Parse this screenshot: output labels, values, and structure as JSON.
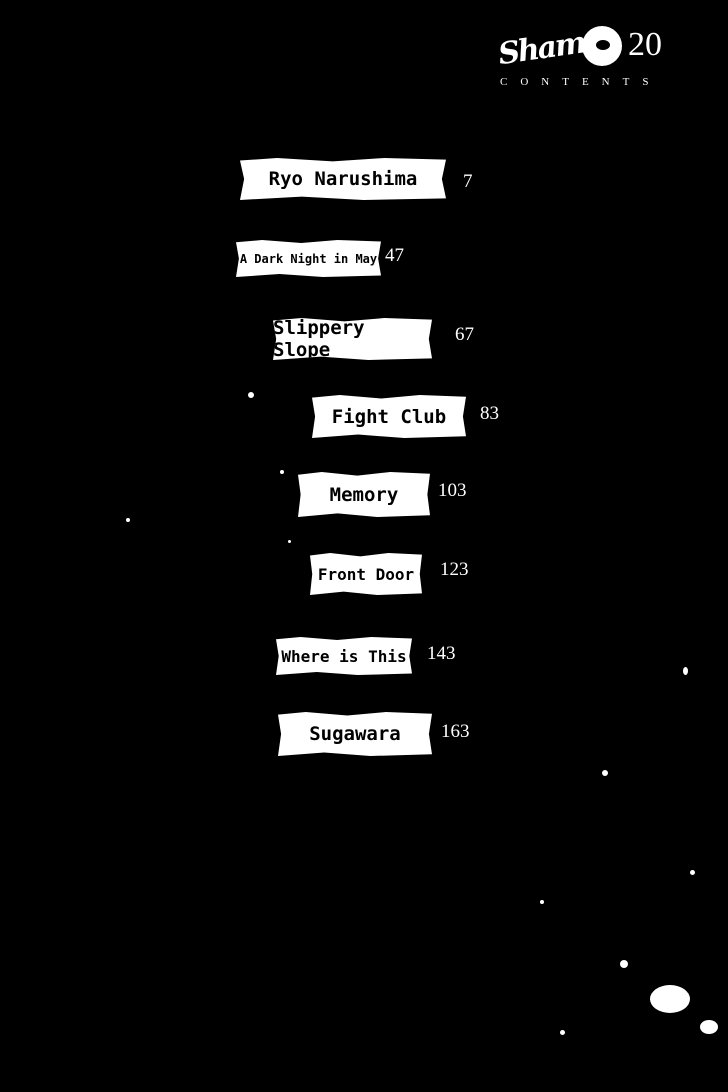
{
  "header": {
    "logo_text": "Shamo",
    "volume": "20",
    "contents_label": "CONTENTS"
  },
  "entries": [
    {
      "title": "Ryo Narushima",
      "page": "7"
    },
    {
      "title": "A Dark Night in May",
      "page": "47"
    },
    {
      "title": "Slippery Slope",
      "page": "67"
    },
    {
      "title": "Fight Club",
      "page": "83"
    },
    {
      "title": "Memory",
      "page": "103"
    },
    {
      "title": "Front Door",
      "page": "123"
    },
    {
      "title": "Where is This",
      "page": "143"
    },
    {
      "title": "Sugawara",
      "page": "163"
    }
  ]
}
